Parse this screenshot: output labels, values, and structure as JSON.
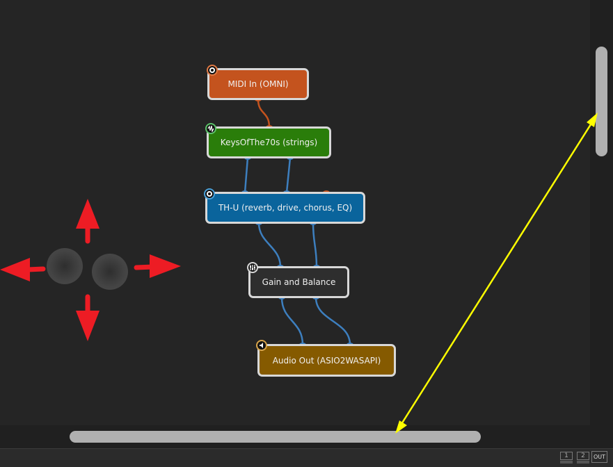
{
  "graph": {
    "nodes": [
      {
        "id": "midi-in",
        "label": "MIDI In (OMNI)",
        "icon": "midi-connector-icon",
        "color": "#c4531e",
        "icon_ring": "#e07a45"
      },
      {
        "id": "keys",
        "label": "KeysOfThe70s (strings)",
        "icon": "waveform-icon",
        "color": "#2a7d0a",
        "icon_ring": "#5cc36a"
      },
      {
        "id": "thu",
        "label": "TH-U (reverb, drive, chorus, EQ)",
        "icon": "knob-icon",
        "color": "#0a649c",
        "icon_ring": "#4aa0d8"
      },
      {
        "id": "gain",
        "label": "Gain and Balance",
        "icon": "mixer-sliders-icon",
        "color": "#2e2e2e",
        "icon_ring": "#d8d8d8"
      },
      {
        "id": "audio-out",
        "label": "Audio Out (ASIO2WASAPI)",
        "icon": "speaker-icon",
        "color": "#855a00",
        "icon_ring": "#d9a54a"
      }
    ],
    "connections": [
      {
        "from": "midi-in",
        "to": "keys",
        "type": "midi",
        "color": "#c4531e"
      },
      {
        "from": "keys",
        "to": "thu",
        "type": "audio",
        "channel": "L",
        "color": "#3d7fbf"
      },
      {
        "from": "keys",
        "to": "thu",
        "type": "audio",
        "channel": "R",
        "color": "#3d7fbf"
      },
      {
        "from": "thu",
        "to": "gain",
        "type": "audio",
        "channel": "L",
        "color": "#3d7fbf"
      },
      {
        "from": "thu",
        "to": "gain",
        "type": "audio",
        "channel": "R",
        "color": "#3d7fbf"
      },
      {
        "from": "gain",
        "to": "audio-out",
        "type": "audio",
        "channel": "L",
        "color": "#3d7fbf"
      },
      {
        "from": "gain",
        "to": "audio-out",
        "type": "audio",
        "channel": "R",
        "color": "#3d7fbf"
      }
    ]
  },
  "annotations": {
    "pan_arrows_color": "#ed1c24",
    "resize_arrow_color": "#ffff00"
  },
  "statusbar": {
    "port1_label": "1",
    "port2_label": "2",
    "out_label": "OUT"
  }
}
